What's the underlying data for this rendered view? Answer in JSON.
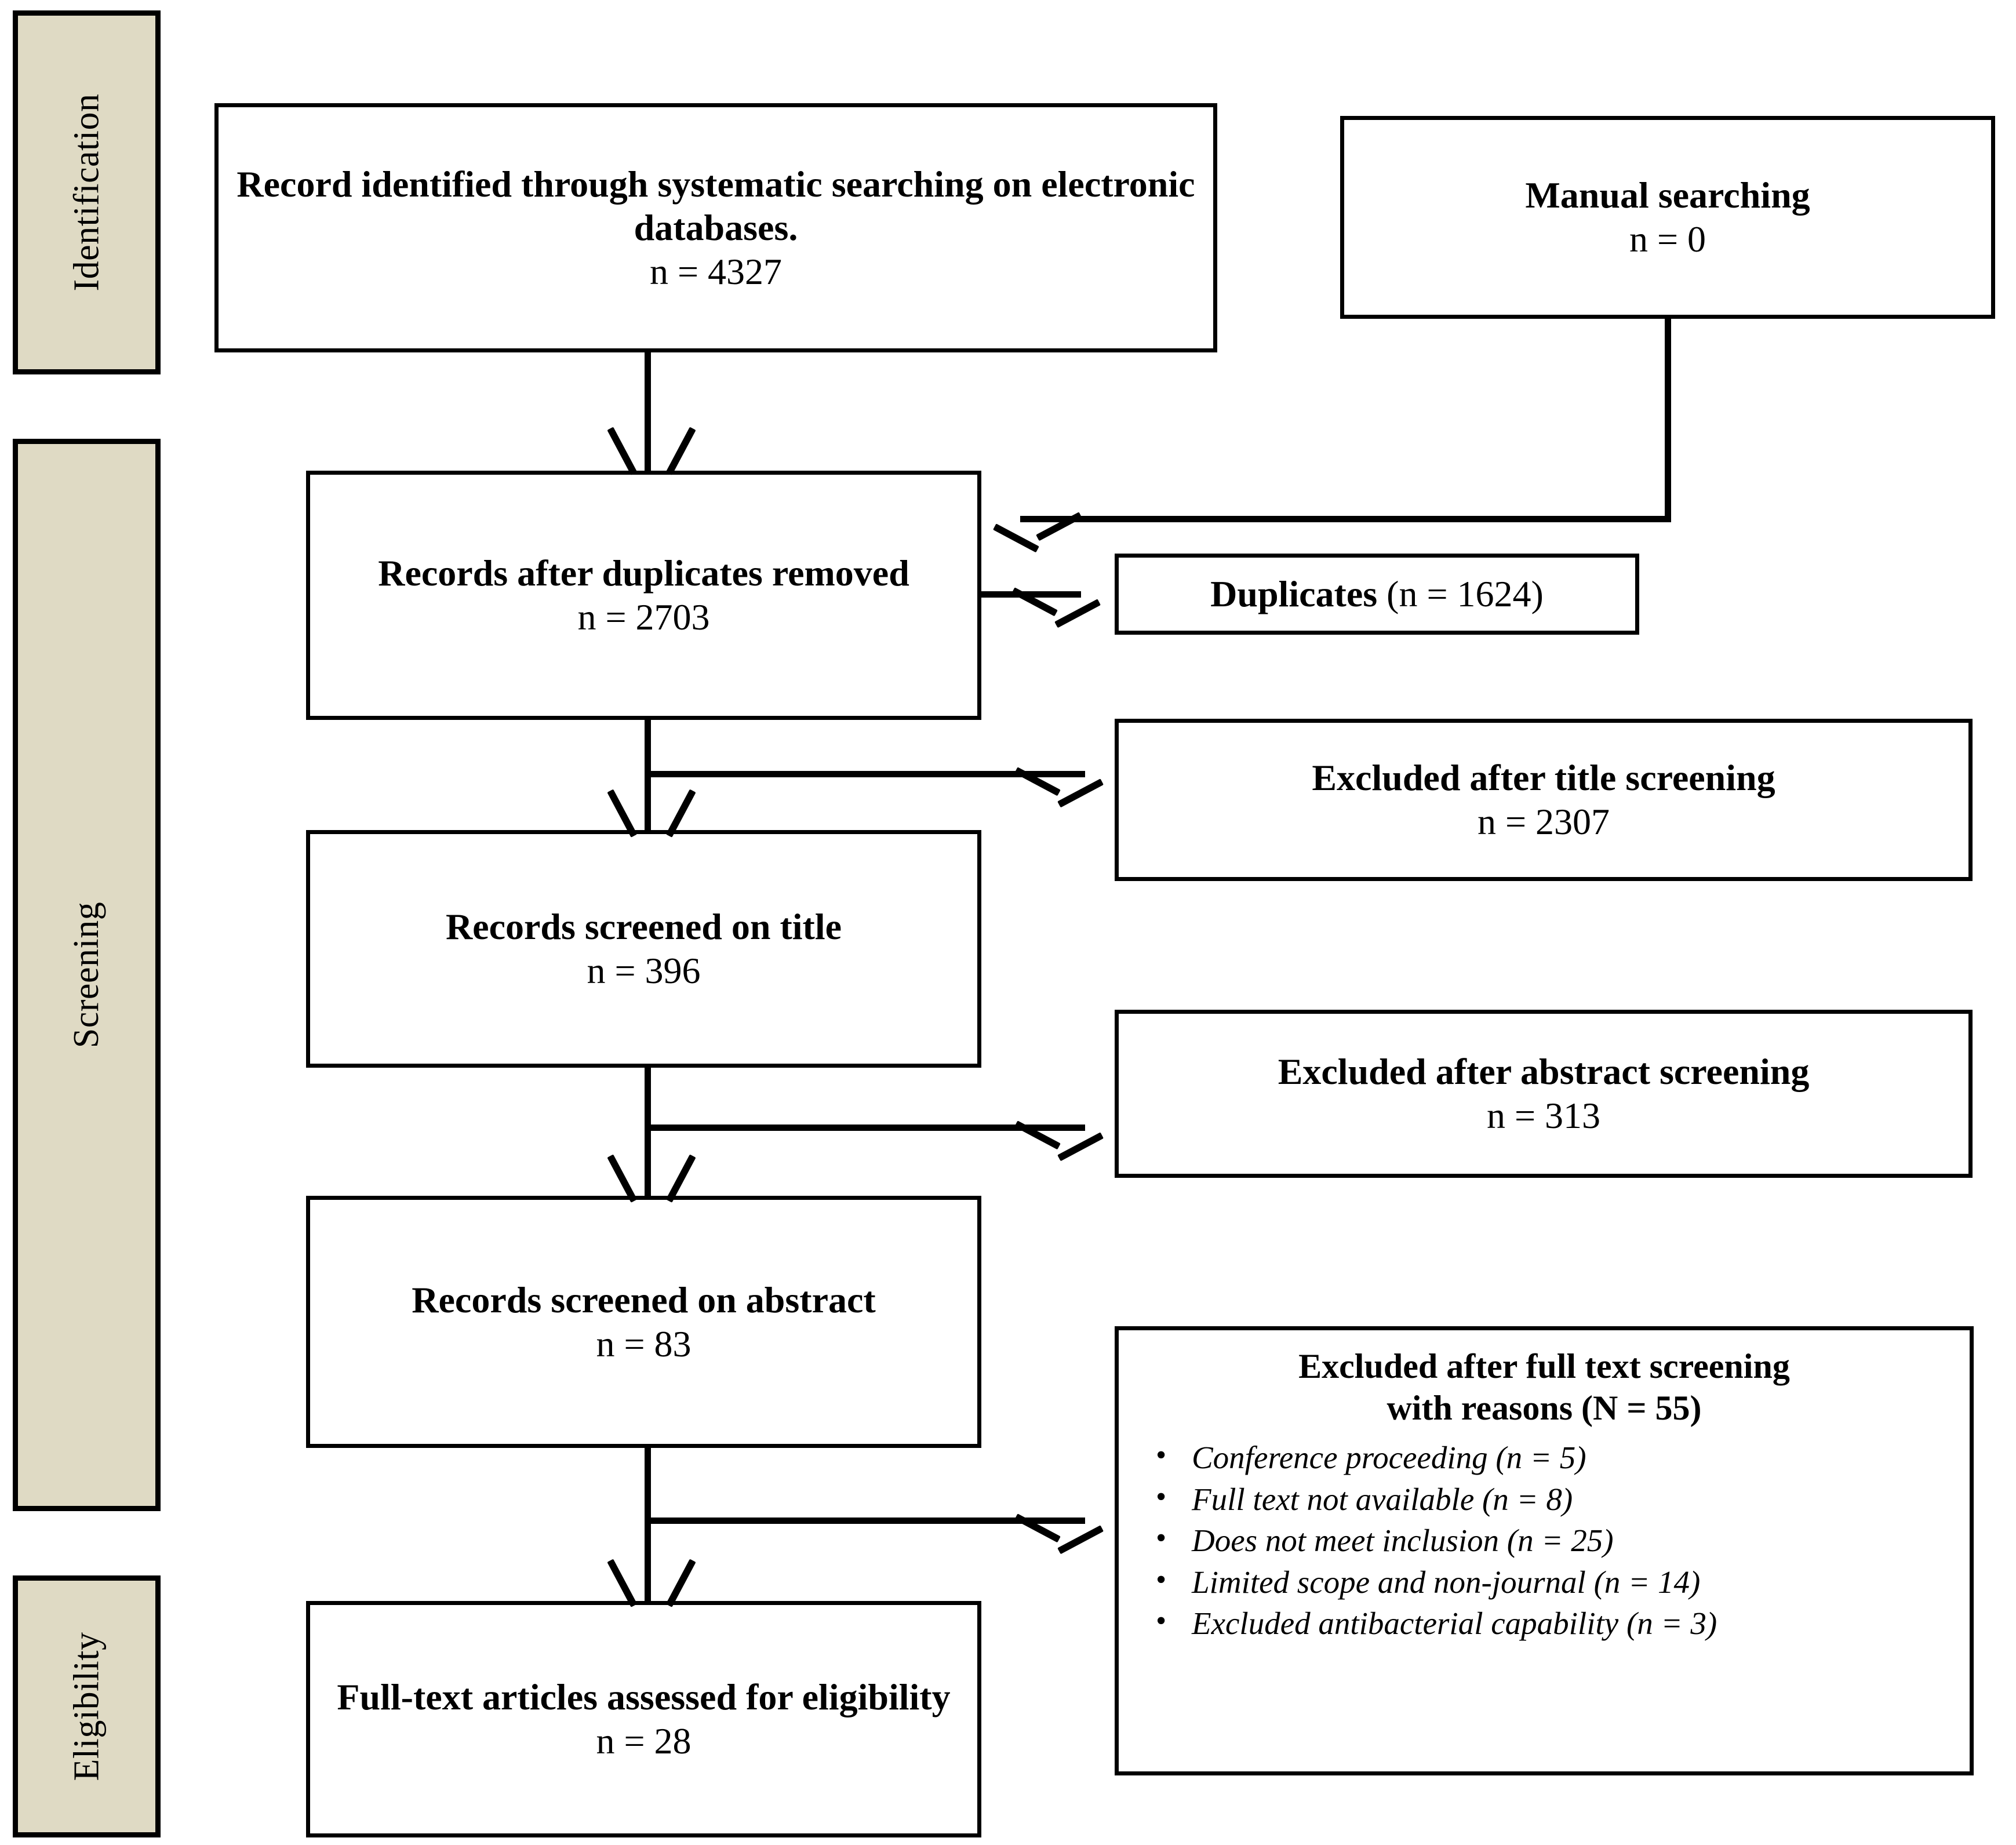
{
  "diagram": {
    "title": "PRISMA study selection flow diagram",
    "phases": [
      {
        "id": "identification",
        "label": "Identification"
      },
      {
        "id": "screening",
        "label": "Screening"
      },
      {
        "id": "eligibility",
        "label": "Eligibility"
      }
    ],
    "nodes": {
      "systematic_search": {
        "title": "Record identified through systematic searching on electronic databases.",
        "count": "n = 4327"
      },
      "manual_search": {
        "title": "Manual searching",
        "count": "n = 0"
      },
      "after_duplicates": {
        "title": "Records after duplicates removed",
        "count": "n = 2703"
      },
      "duplicates": {
        "title": "Duplicates",
        "count": "(n = 1624)"
      },
      "excluded_title": {
        "title": "Excluded after title screening",
        "count": "n = 2307"
      },
      "screened_title": {
        "title": "Records screened on title",
        "count": "n = 396"
      },
      "excluded_abstract": {
        "title": "Excluded after abstract screening",
        "count": "n = 313"
      },
      "screened_abstract": {
        "title": "Records screened on abstract",
        "count": "n = 83"
      },
      "excluded_fulltext": {
        "header_line1": "Excluded after full text screening",
        "header_line2": "with reasons (N = 55)",
        "reasons": [
          "Conference proceeding (n = 5)",
          "Full text not available (n = 8)",
          "Does not meet inclusion (n = 25)",
          "Limited scope and non-journal (n = 14)",
          "Excluded antibacterial capability (n = 3)"
        ]
      },
      "fulltext_assessed": {
        "title": "Full-text articles assessed for eligibility",
        "count": "n = 28"
      }
    },
    "colors": {
      "phase_fill": "#DFDAC4",
      "stroke": "#000000",
      "canvas": "#FFFFFF"
    },
    "chart_data": {
      "type": "table",
      "title": "PRISMA study selection flow",
      "categories": [
        "Records identified through systematic searching on electronic databases",
        "Manual searching",
        "Records after duplicates removed",
        "Duplicates",
        "Excluded after title screening",
        "Records screened on title",
        "Excluded after abstract screening",
        "Records screened on abstract",
        "Excluded after full text screening with reasons",
        "Full-text articles assessed for eligibility"
      ],
      "values": [
        4327,
        0,
        2703,
        1624,
        2307,
        396,
        313,
        83,
        55,
        28
      ],
      "exclusion_reasons": {
        "categories": [
          "Conference proceeding",
          "Full text not available",
          "Does not meet inclusion",
          "Limited scope and non-journal",
          "Excluded antibacterial capability"
        ],
        "values": [
          5,
          8,
          25,
          14,
          3
        ]
      }
    }
  }
}
